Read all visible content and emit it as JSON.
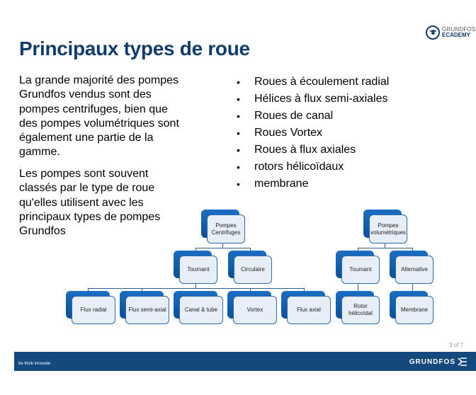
{
  "logo": {
    "line1": "GRUNDFOS",
    "line2": "ECADEMY",
    "icon": "graduation-cap-icon"
  },
  "title": "Principaux types de roue",
  "paragraphs": [
    "La grande majorité des pompes Grundfos vendus sont des pompes centrifuges, bien que des pompes volumétriques sont également une partie de la gamme.",
    "Les pompes sont souvent classés par le type de roue qu'elles utilisent avec les principaux types de pompes Grundfos"
  ],
  "bullets": [
    "Roues à écoulement radial",
    "Hélices à flux semi-axiales",
    "Roues de canal",
    "Roues Vortex",
    "Roues à flux axiales",
    "rotors hélicoïdaux",
    "membrane"
  ],
  "diagram": {
    "centrifugal": {
      "root": "Pompes Centrifuges",
      "level2": [
        "Tournant",
        "Circulaire"
      ],
      "level3": [
        "Flux radial",
        "Flux semi-axial",
        "Canal & tube",
        "Vortex",
        "Flux axial"
      ]
    },
    "volumetric": {
      "root": "Pompes volumétriques",
      "level2": [
        "Tournant",
        "Alternative"
      ],
      "level3": [
        "Rotor hélicoïdal",
        "Membrane"
      ]
    }
  },
  "footer": {
    "tagline": "be think innovate",
    "brand": "GRUNDFOS",
    "page": "3 of 7"
  },
  "colors": {
    "title": "#123c6b",
    "footer_bar": "#14497e",
    "node_back": "#0b4f9a",
    "node_front": "#e8eef7"
  }
}
